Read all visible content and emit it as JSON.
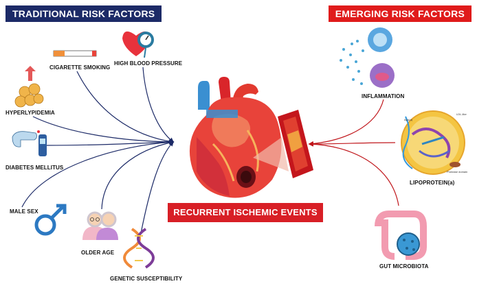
{
  "headers": {
    "traditional": "TRADITIONAL RISK FACTORS",
    "emerging": "EMERGING RISK FACTORS"
  },
  "center": {
    "title": "RECURRENT ISCHEMIC EVENTS"
  },
  "traditional_factors": [
    {
      "label": "HIGH BLOOD PRESSURE",
      "icon": "heart-pressure-gauge-icon"
    },
    {
      "label": "CIGARETTE SMOKING",
      "icon": "cigarette-icon"
    },
    {
      "label": "HYPERLYPIDEMIA",
      "icon": "fat-cells-icon"
    },
    {
      "label": "DIABETES MELLITUS",
      "icon": "glucose-meter-icon"
    },
    {
      "label": "MALE SEX",
      "icon": "male-symbol-icon"
    },
    {
      "label": "OLDER AGE",
      "icon": "elderly-couple-icon"
    },
    {
      "label": "GENETIC SUSCEPTIBILITY",
      "icon": "dna-icon"
    }
  ],
  "emerging_factors": [
    {
      "label": "INFLAMMATION",
      "icon": "immune-cells-icon"
    },
    {
      "label": "LIPOPROTEIN(a)",
      "icon": "lipoprotein-particle-icon"
    },
    {
      "label": "GUT MICROBIOTA",
      "icon": "intestine-bacteria-icon"
    }
  ],
  "lipoprotein_tags": {
    "apo_a": "Apo(a)",
    "ldl": "LDL-like",
    "domain": "Protease domain"
  },
  "colors": {
    "traditional_header": "#1c2a67",
    "emerging_header": "#e01b1b",
    "traditional_arrows": "#1c2a67",
    "emerging_arrows": "#c0161b",
    "center_banner": "#d81f26"
  }
}
